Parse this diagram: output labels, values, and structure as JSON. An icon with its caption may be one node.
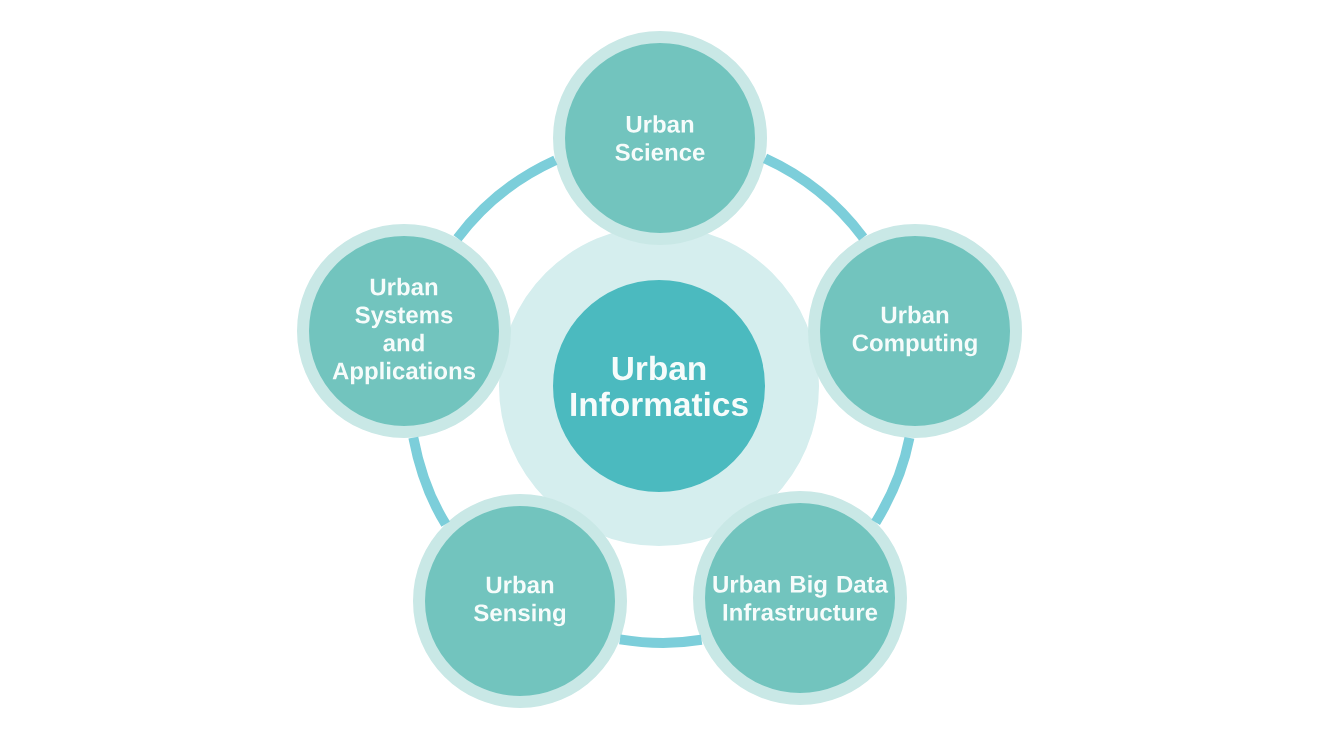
{
  "diagram": {
    "nodes": [
      {
        "text": [
          "Urban Science"
        ]
      },
      {
        "text": [
          "Urban Systems and Applications"
        ]
      },
      {
        "text": [
          "Urban Informatics"
        ]
      },
      {
        "text": [
          "Urban Computing"
        ]
      },
      {
        "text": [
          "Urban Sensing"
        ]
      },
      {
        "text": [
          "Urban Big Data Infrastructure"
        ]
      }
    ],
    "edges": [
      {
        "from": 0,
        "to": 3,
        "arrow": "none"
      },
      {
        "from": 3,
        "to": 5,
        "arrow": "none"
      },
      {
        "from": 5,
        "to": 4,
        "arrow": "none"
      },
      {
        "from": 4,
        "to": 1,
        "arrow": "none"
      },
      {
        "from": 1,
        "to": 0,
        "arrow": "none"
      }
    ]
  }
}
